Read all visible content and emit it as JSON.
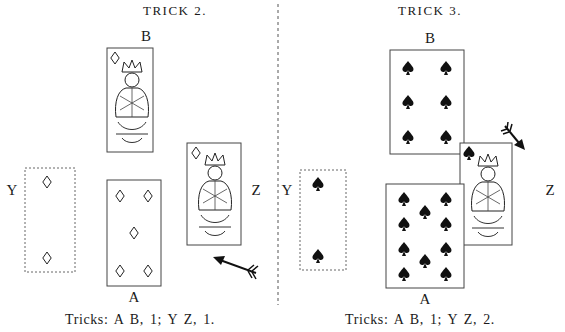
{
  "diagram": {
    "labels": [
      "TRICK 2.",
      "B",
      "Y",
      "Z",
      "A",
      "Tricks: A B, 1; Y Z, 1.",
      "TRICK 3.",
      "B",
      "Y",
      "Z",
      "A",
      "Tricks: A B, 1; Y Z, 2."
    ]
  }
}
